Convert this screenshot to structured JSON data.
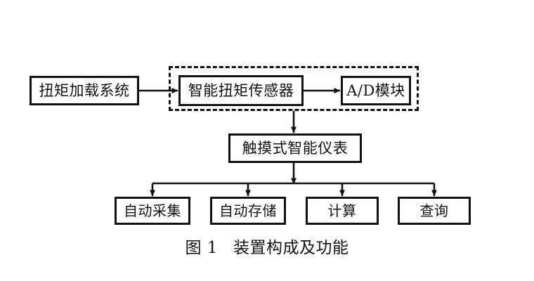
{
  "figure": {
    "background_color": "#ffffff",
    "line_color": "#111111",
    "text_color": "#111111",
    "caption_number": "图 1",
    "caption_title": "装置构成及功能"
  },
  "nodes": {
    "torque_loading_system": "扭矩加载系统",
    "smart_torque_sensor": "智能扭矩传感器",
    "ad_module": "A/D模块",
    "touch_instrument": "触摸式智能仪表",
    "auto_collect": "自动采集",
    "auto_store": "自动存储",
    "calculate": "计算",
    "query": "查询"
  },
  "group": {
    "style": "dashed",
    "contains": [
      "智能扭矩传感器",
      "A/D模块"
    ]
  },
  "connections": [
    {
      "from": "扭矩加载系统",
      "to": "智能扭矩传感器",
      "direction": "right",
      "arrow": true
    },
    {
      "from": "智能扭矩传感器",
      "to": "A/D模块",
      "direction": "right",
      "arrow": true
    },
    {
      "from": "A/D模块组",
      "to": "触摸式智能仪表",
      "direction": "down",
      "arrow": true
    },
    {
      "from": "触摸式智能仪表",
      "to": "自动采集",
      "direction": "down",
      "arrow": true
    },
    {
      "from": "触摸式智能仪表",
      "to": "自动存储",
      "direction": "down",
      "arrow": true
    },
    {
      "from": "触摸式智能仪表",
      "to": "计算",
      "direction": "down",
      "arrow": true
    },
    {
      "from": "触摸式智能仪表",
      "to": "查询",
      "direction": "down",
      "arrow": true
    }
  ]
}
